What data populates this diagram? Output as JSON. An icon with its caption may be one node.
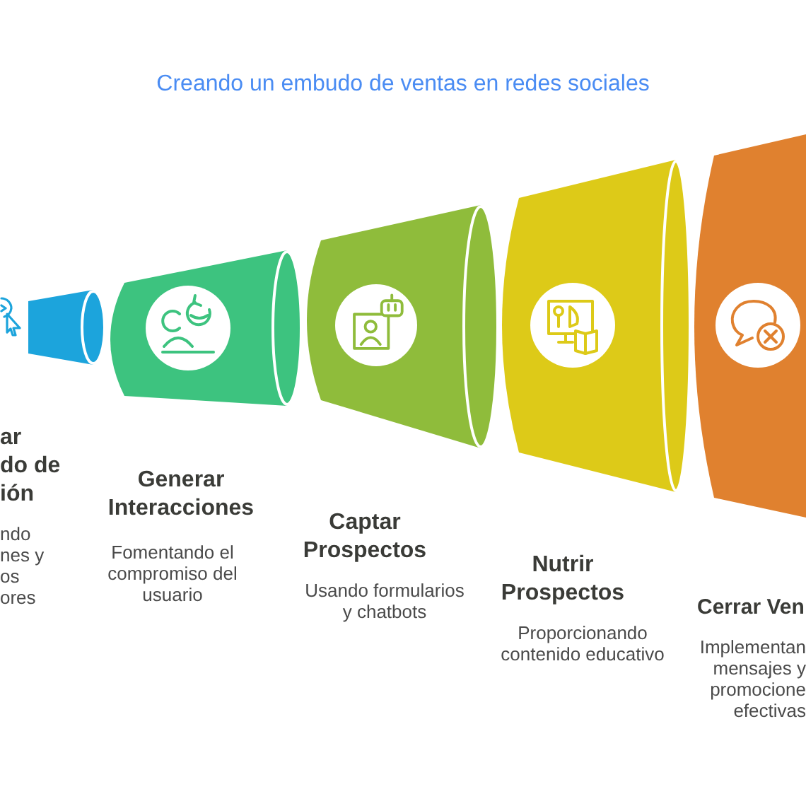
{
  "diagram": {
    "title": "Creando un embudo de ventas en redes sociales",
    "nodes": [
      {
        "text": [
          "ar do de ión"
        ]
      },
      {
        "text": [
          "Generar Interacciones"
        ]
      },
      {
        "text": [
          "Captar Prospectos"
        ]
      },
      {
        "text": [
          "Nutrir Prospectos"
        ]
      },
      {
        "text": [
          "Cerrar Ven"
        ]
      }
    ],
    "labels": [
      "ndo nes y os ores",
      "Fomentando el compromiso del usuario",
      "Usando formularios y chatbots",
      "Proporcionando contenido educativo",
      "Implementan mensajes y promocione efectivas"
    ]
  }
}
